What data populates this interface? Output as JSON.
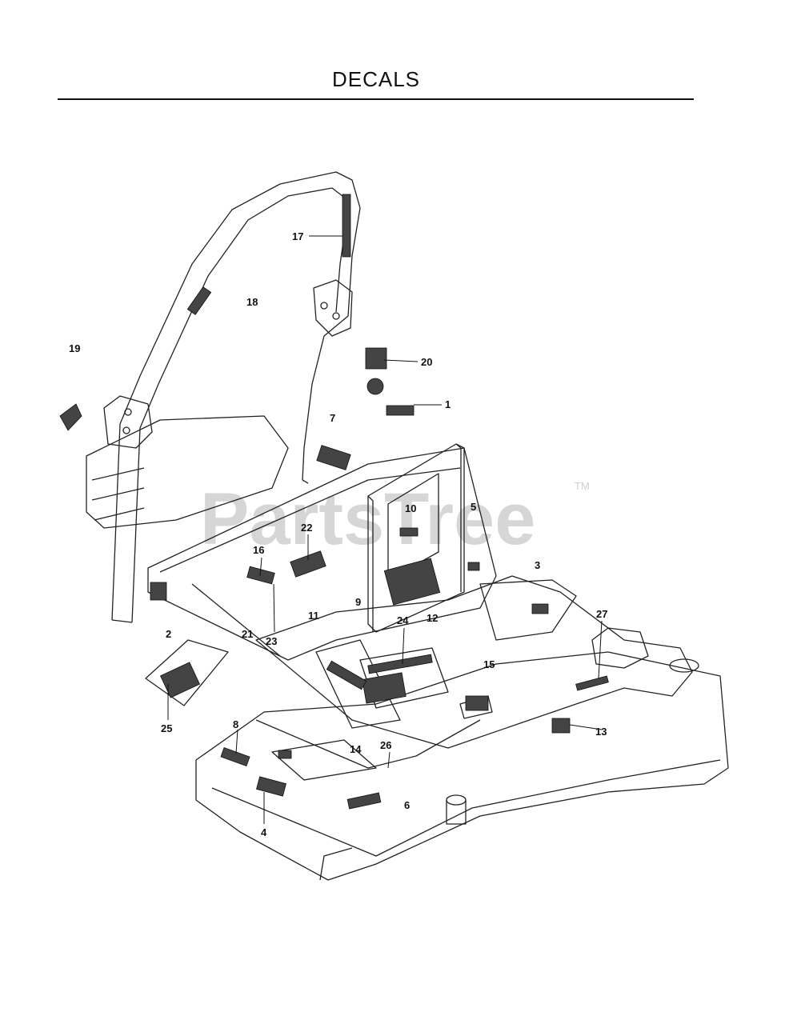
{
  "page": {
    "title": "DECALS"
  },
  "watermark": {
    "text": "PartsTree",
    "tm": "TM",
    "color": "#d6d6d6"
  },
  "callouts": {
    "c1": "1",
    "c2": "2",
    "c3": "3",
    "c4": "4",
    "c5": "5",
    "c6": "6",
    "c7": "7",
    "c8": "8",
    "c9": "9",
    "c10": "10",
    "c11": "11",
    "c12": "12",
    "c13": "13",
    "c14": "14",
    "c15": "15",
    "c16": "16",
    "c17": "17",
    "c18": "18",
    "c19": "19",
    "c20": "20",
    "c21": "21",
    "c22": "22",
    "c23": "23",
    "c24": "24",
    "c25": "25",
    "c26": "26",
    "c27": "27"
  }
}
